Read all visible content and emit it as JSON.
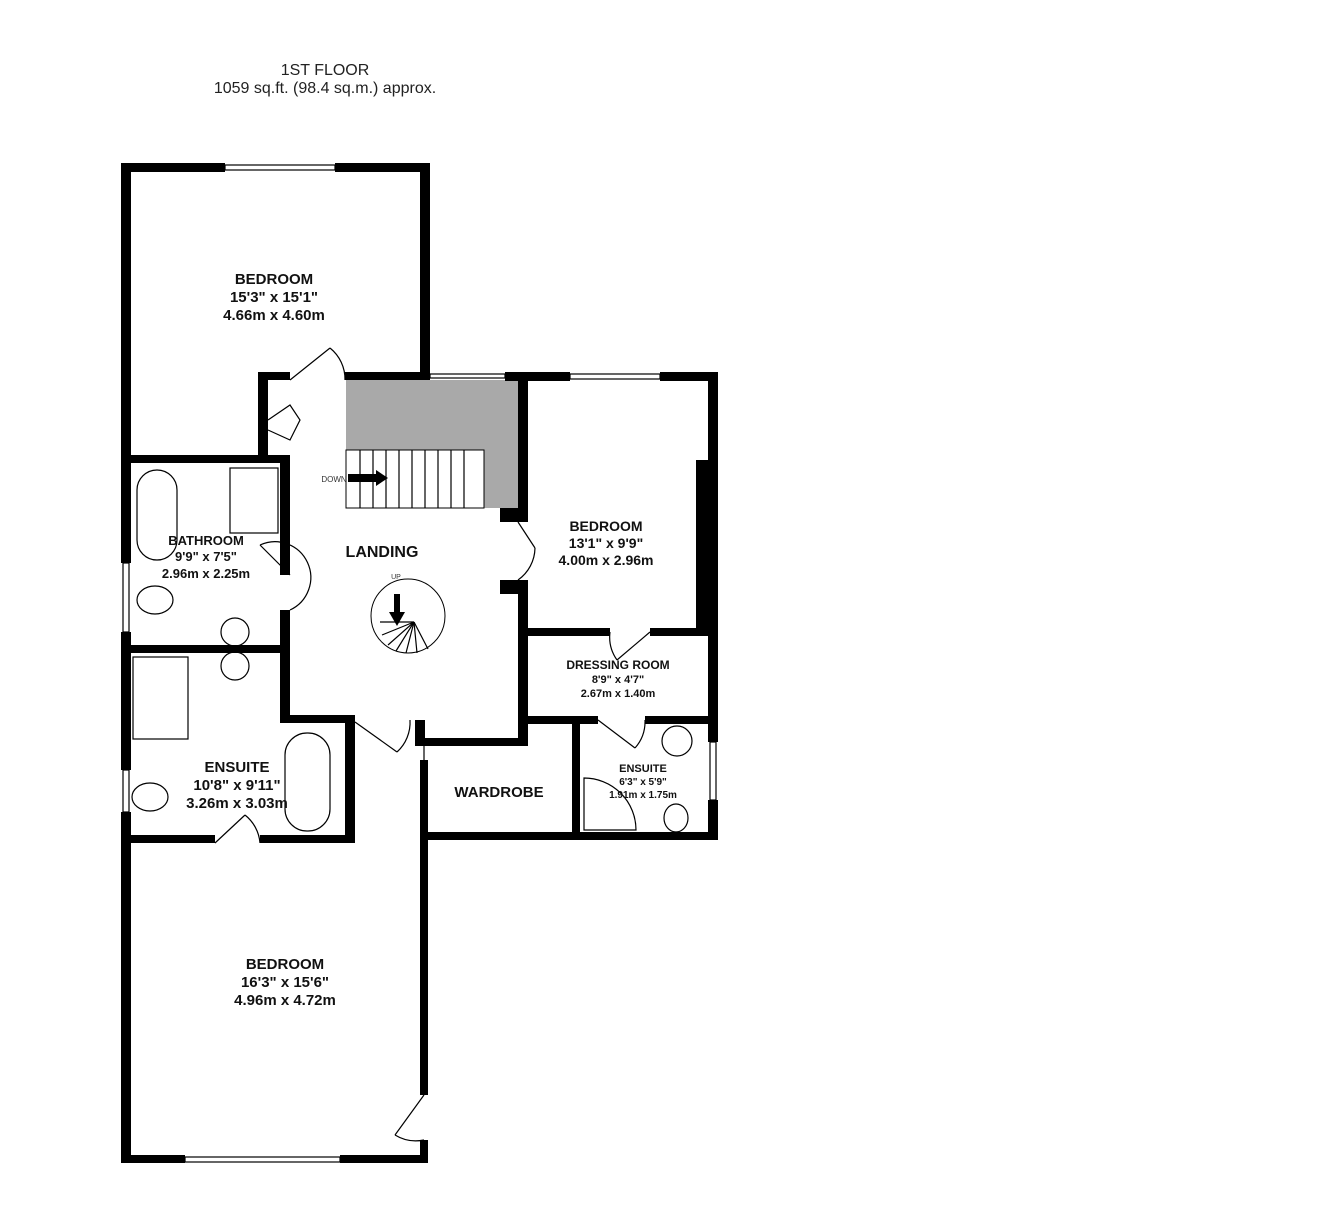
{
  "header": {
    "floor": "1ST FLOOR",
    "area": "1059 sq.ft. (98.4 sq.m.) approx."
  },
  "rooms": [
    {
      "name": "BEDROOM",
      "imperial": "15'3\"  x 15'1\"",
      "metric": "4.66m  x 4.60m"
    },
    {
      "name": "BEDROOM",
      "imperial": "13'1\"  x 9'9\"",
      "metric": "4.00m  x 2.96m"
    },
    {
      "name": "BATHROOM",
      "imperial": "9'9\"  x 7'5\"",
      "metric": "2.96m  x 2.25m"
    },
    {
      "name": "LANDING"
    },
    {
      "name": "DRESSING ROOM",
      "imperial": "8'9\"  x 4'7\"",
      "metric": "2.67m  x 1.40m"
    },
    {
      "name": "ENSUITE",
      "imperial": "10'8\"  x 9'11\"",
      "metric": "3.26m  x 3.03m"
    },
    {
      "name": "WARDROBE"
    },
    {
      "name": "ENSUITE",
      "imperial": "6'3\"  x 5'9\"",
      "metric": "1.91m  x 1.75m"
    },
    {
      "name": "BEDROOM",
      "imperial": "16'3\"  x 15'6\"",
      "metric": "4.96m  x 4.72m"
    }
  ],
  "stairs": {
    "down": "DOWN",
    "up": "UP"
  },
  "colors": {
    "wall": "#000000",
    "stairwell": "#a9a9a9"
  }
}
